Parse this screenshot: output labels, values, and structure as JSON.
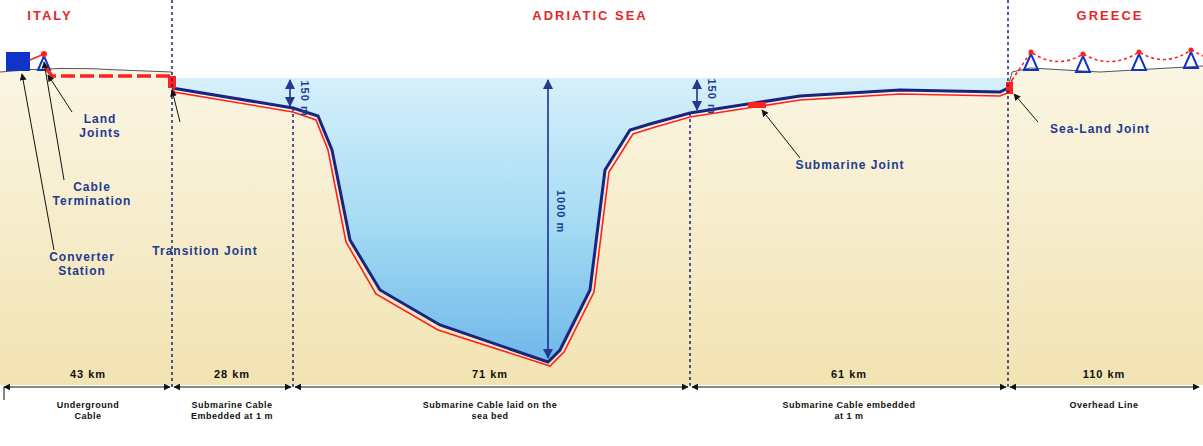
{
  "diagram": {
    "labels": [
      "ITALY",
      "ADRIATIC SEA",
      "GREECE",
      "Land Joints",
      "Cable Termination",
      "Converter Station",
      "Transition Joint",
      "150 m",
      "1000 m",
      "150 m",
      "Submarine Joint",
      "Sea-Land Joint",
      "43 km",
      "28 km",
      "71 km",
      "61 km",
      "110 km",
      "Underground Cable",
      "Submarine Cable Embedded at 1 m",
      "Submarine Cable laid on the sea bed",
      "Submarine Cable embedded at 1 m",
      "Overhead Line"
    ]
  }
}
